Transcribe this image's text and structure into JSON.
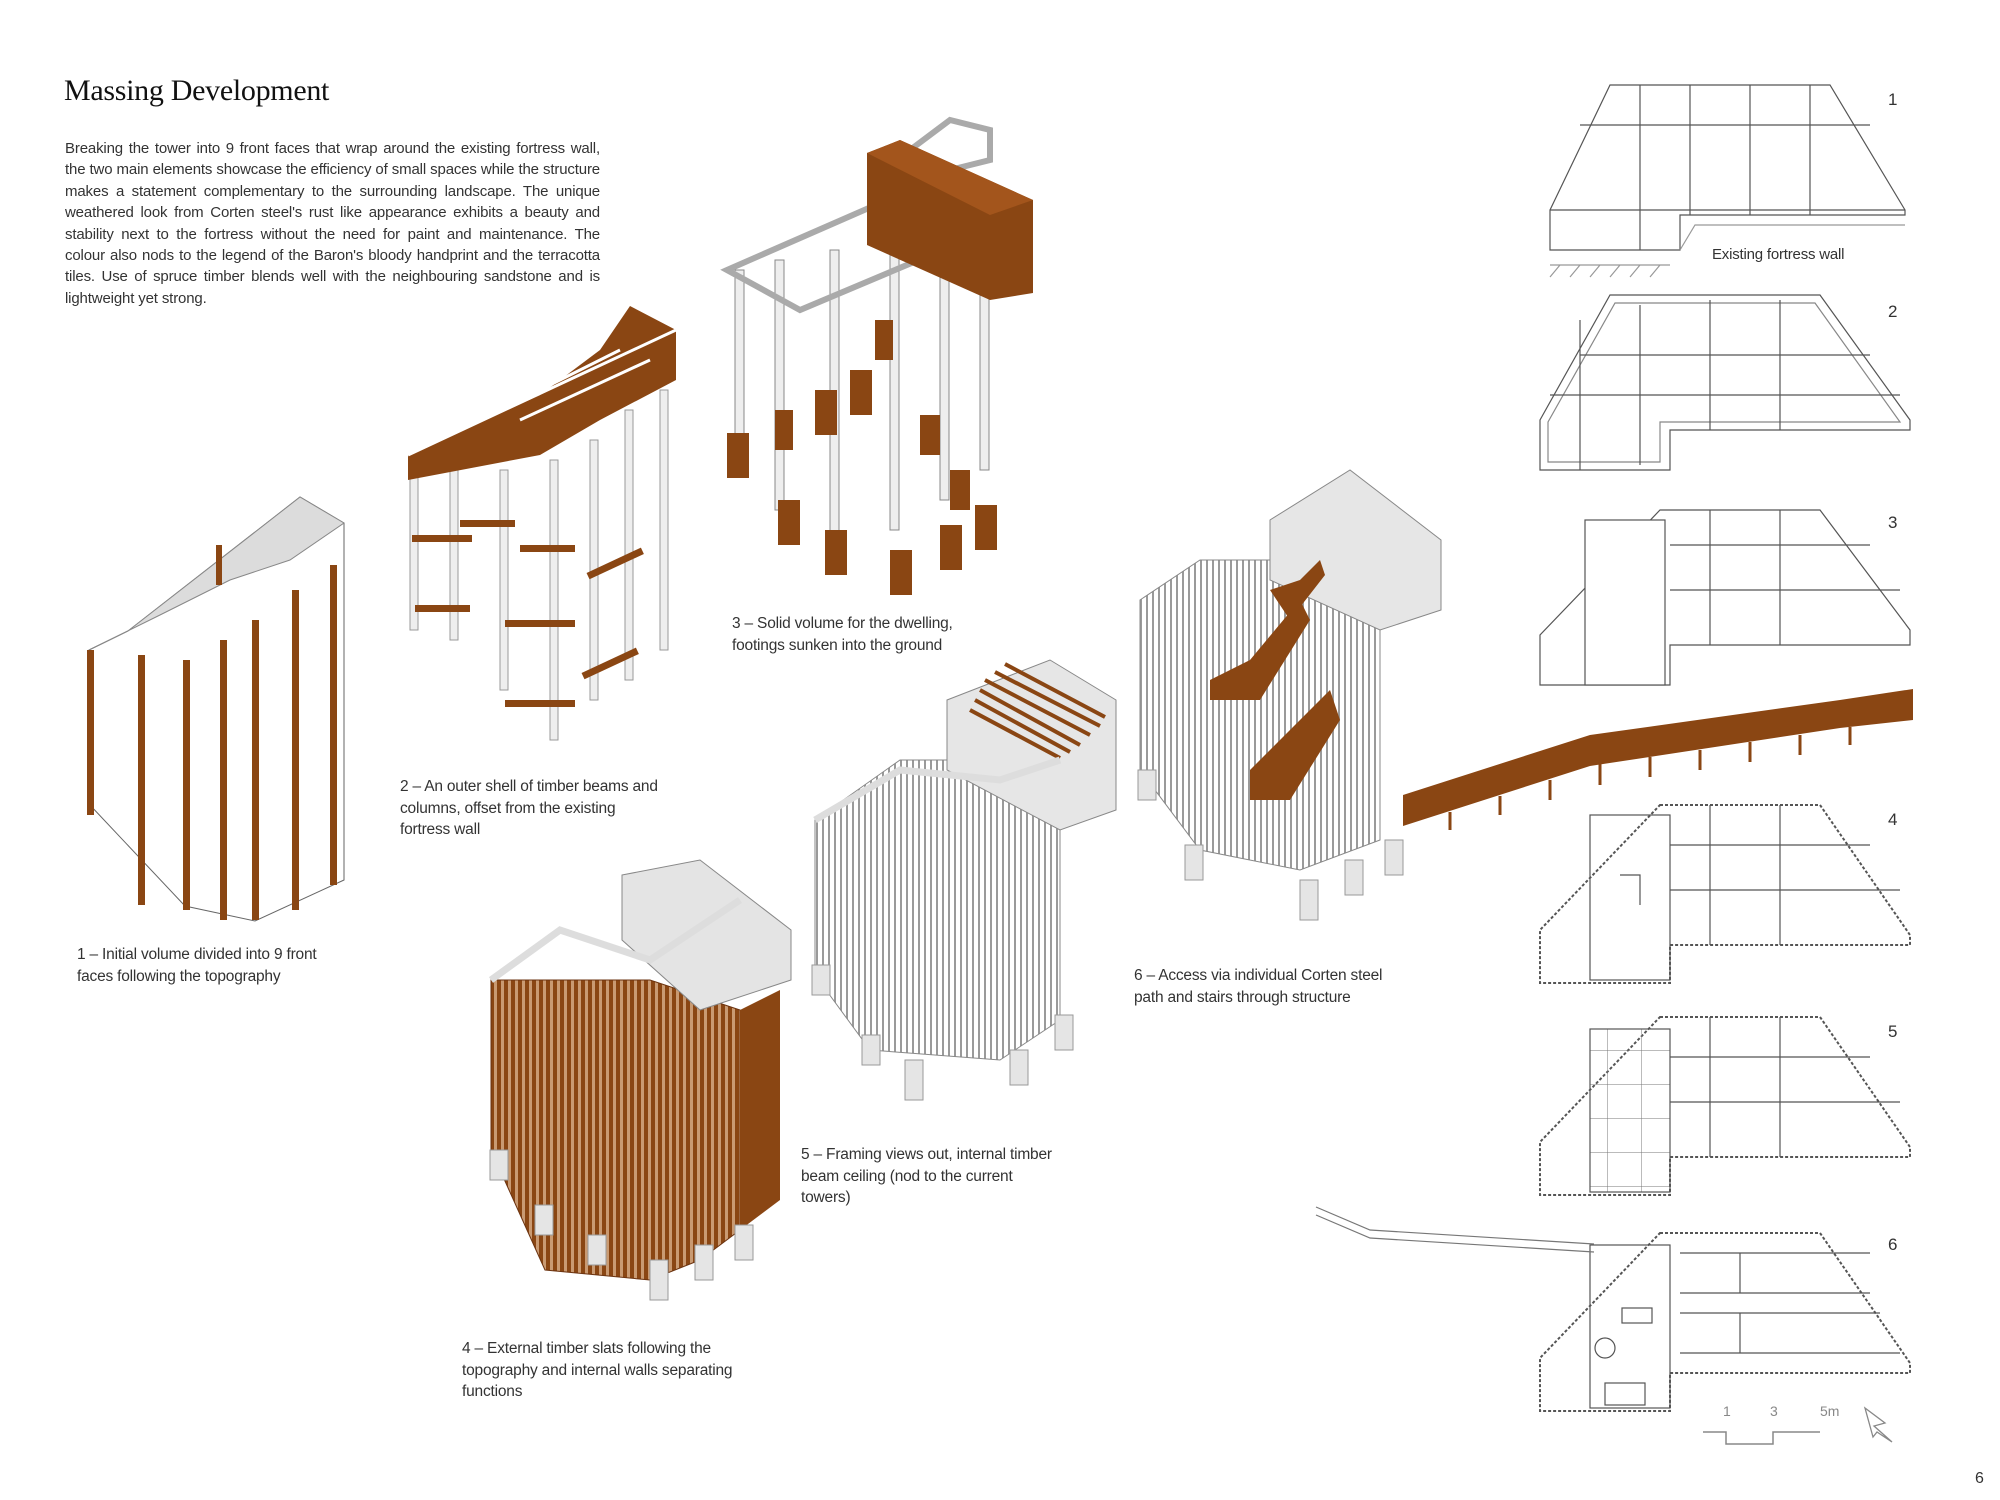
{
  "page": {
    "title": "Massing Development",
    "intro": "Breaking the tower into 9 front faces that wrap around the existing fortress wall, the two main elements showcase the efficiency of small spaces while the structure makes a statement complementary to the surrounding landscape. The unique weathered look from Corten steel's rust like appearance exhibits a beauty and stability next to the fortress without the need for paint and maintenance. The colour also nods to the legend of the Baron's bloody handprint and the terracotta tiles. Use of spruce timber blends well with the neighbouring sandstone and is lightweight yet strong.",
    "page_number": "6"
  },
  "steps": [
    {
      "caption_l1": "1 – Initial volume divided into 9 front",
      "caption_l2": "faces following the topography",
      "caption_l3": ""
    },
    {
      "caption_l1": "2 – An outer shell of timber beams and",
      "caption_l2": "columns, offset from the existing",
      "caption_l3": "fortress wall"
    },
    {
      "caption_l1": "3 – Solid volume for the dwelling,",
      "caption_l2": "footings sunken into the ground",
      "caption_l3": ""
    },
    {
      "caption_l1": "4 – External timber slats following the",
      "caption_l2": "topography and internal walls separating",
      "caption_l3": "functions"
    },
    {
      "caption_l1": "5 – Framing views out, internal timber",
      "caption_l2": "beam ceiling (nod to the current",
      "caption_l3": "towers)"
    },
    {
      "caption_l1": "6 – Access via individual Corten steel",
      "caption_l2": "path and stairs through structure",
      "caption_l3": ""
    }
  ],
  "plans": {
    "numbers": [
      "1",
      "2",
      "3",
      "4",
      "5",
      "6"
    ],
    "fortress_label": "Existing fortress wall",
    "scale_bar": {
      "labels": [
        "1",
        "3",
        "5m"
      ]
    }
  },
  "colors": {
    "corten": "#8a4613",
    "timber_grey": "#d9d9d9",
    "line": "#555555"
  }
}
